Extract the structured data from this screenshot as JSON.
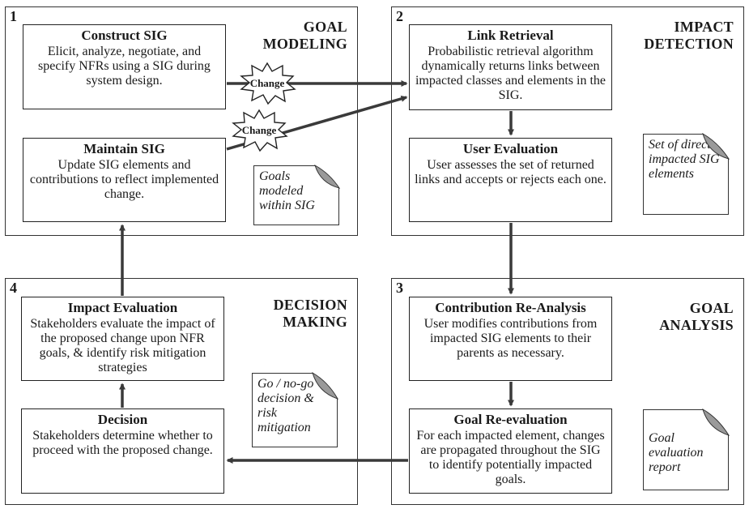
{
  "quadrants": {
    "q1": {
      "number": "1",
      "label_line1": "GOAL",
      "label_line2": "MODELING"
    },
    "q2": {
      "number": "2",
      "label_line1": "IMPACT",
      "label_line2": "DETECTION"
    },
    "q3": {
      "number": "3",
      "label_line1": "GOAL",
      "label_line2": "ANALYSIS"
    },
    "q4": {
      "number": "4",
      "label_line1": "DECISION",
      "label_line2": "MAKING"
    }
  },
  "boxes": {
    "construct_sig": {
      "title": "Construct SIG",
      "body": "Elicit, analyze, negotiate, and specify NFRs using a SIG during system design."
    },
    "maintain_sig": {
      "title": "Maintain SIG",
      "body": "Update SIG elements and contributions to reflect implemented change."
    },
    "link_retrieval": {
      "title": "Link Retrieval",
      "body": "Probabilistic retrieval algorithm dynamically returns links between impacted classes and elements in the SIG."
    },
    "user_evaluation": {
      "title": "User Evaluation",
      "body": "User assesses the set of returned links and accepts or rejects each one."
    },
    "contribution_reanalysis": {
      "title": "Contribution Re-Analysis",
      "body": "User modifies contributions from impacted SIG elements to their parents as necessary."
    },
    "goal_reevaluation": {
      "title": "Goal Re-evaluation",
      "body": "For each impacted element, changes are propagated throughout the SIG to identify potentially impacted goals."
    },
    "impact_evaluation": {
      "title": "Impact Evaluation",
      "body": "Stakeholders evaluate the impact of the proposed change upon NFR goals, & identify risk mitigation strategies"
    },
    "decision": {
      "title": "Decision",
      "body": "Stakeholders determine whether to proceed with the proposed change."
    }
  },
  "documents": {
    "goals_modeled": "Goals modeled within SIG",
    "impacted_elements": "Set of directly impacted SIG elements",
    "go_nogo": "Go / no-go decision & risk mitigation",
    "goal_report": "Goal evaluation report"
  },
  "change_labels": {
    "top": "Change",
    "bottom": "Change"
  }
}
